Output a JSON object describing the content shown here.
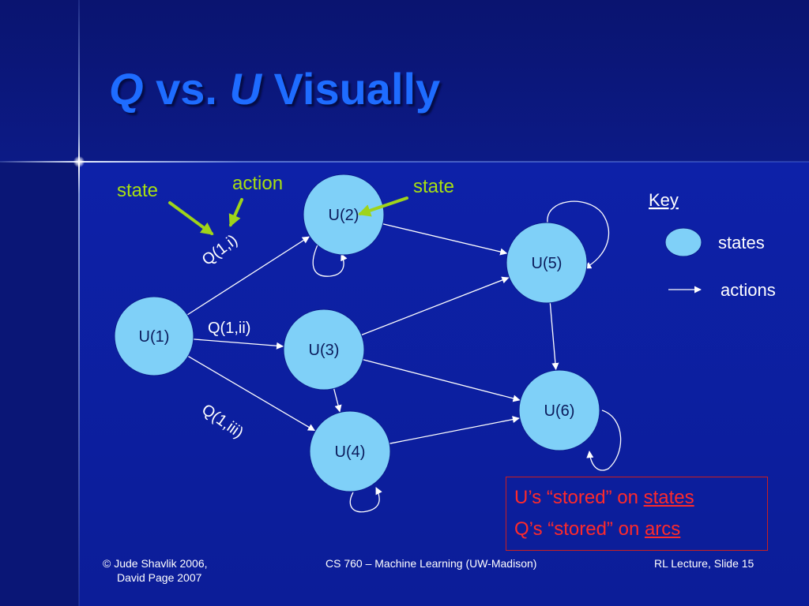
{
  "title": {
    "q": "Q",
    "vs": " vs. ",
    "u": "U",
    "rest": " Visually"
  },
  "nodes": [
    {
      "id": "u1",
      "label": "U(1)"
    },
    {
      "id": "u2",
      "label": "U(2)"
    },
    {
      "id": "u3",
      "label": "U(3)"
    },
    {
      "id": "u4",
      "label": "U(4)"
    },
    {
      "id": "u5",
      "label": "U(5)"
    },
    {
      "id": "u6",
      "label": "U(6)"
    }
  ],
  "edges": [
    {
      "from": "u1",
      "to": "u2"
    },
    {
      "from": "u1",
      "to": "u3"
    },
    {
      "from": "u1",
      "to": "u4"
    },
    {
      "from": "u2",
      "to": "u5"
    },
    {
      "from": "u3",
      "to": "u5"
    },
    {
      "from": "u3",
      "to": "u6"
    },
    {
      "from": "u3",
      "to": "u4"
    },
    {
      "from": "u4",
      "to": "u6"
    },
    {
      "from": "u5",
      "to": "u6"
    }
  ],
  "self_loops": [
    "u2",
    "u4",
    "u5",
    "u6"
  ],
  "arc_labels": {
    "q1i": "Q(1,i)",
    "q1ii": "Q(1,ii)",
    "q1iii": "Q(1,iii)"
  },
  "callouts": {
    "state_left": "state",
    "action": "action",
    "state_right": "state"
  },
  "key": {
    "title": "Key",
    "states": "states",
    "actions": "actions"
  },
  "note": {
    "line1_prefix": "U’s “stored” on ",
    "line1_link": "states",
    "line2_prefix": "Q’s “stored” on ",
    "line2_link": "arcs"
  },
  "footer": {
    "left_line1": "© Jude Shavlik 2006,",
    "left_line2": "David Page 2007",
    "center": "CS 760 – Machine Learning (UW-Madison)",
    "right": "RL Lecture, Slide 15"
  },
  "colors": {
    "background": "#0b1a8c",
    "title": "#1e6cff",
    "node_fill": "#7fd0f8",
    "callout": "#a8e010",
    "note_text": "#ff2a2a",
    "note_border": "#cc1f1f"
  }
}
